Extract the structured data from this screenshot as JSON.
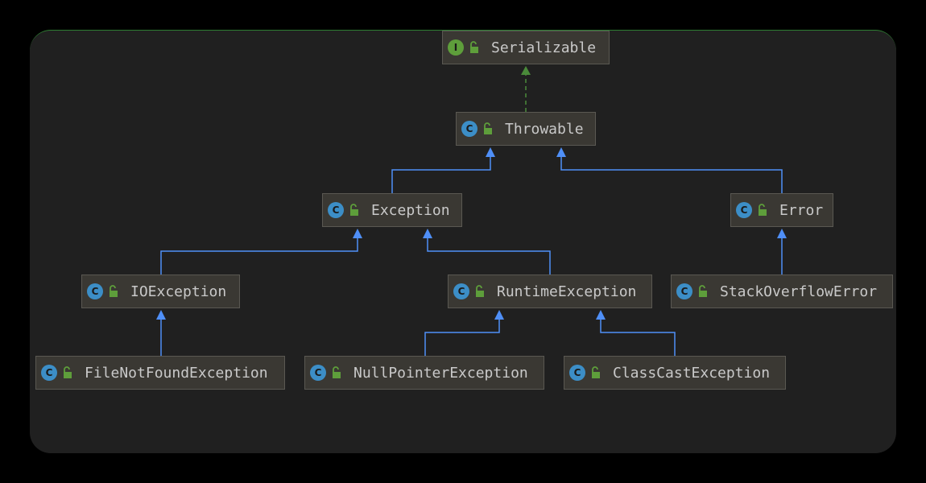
{
  "colors": {
    "background": "#000000",
    "canvas": "#202020",
    "node_fill": "#3a3833",
    "node_border": "#5a5852",
    "text": "#c9c9c9",
    "class_badge": "#3c8ec7",
    "interface_badge": "#5e9e3b",
    "extends_arrow": "#4f8ff7",
    "implements_arrow": "#4a8a3a"
  },
  "nodes": {
    "serializable": {
      "label": "Serializable",
      "kind": "interface",
      "badge": "I"
    },
    "throwable": {
      "label": "Throwable",
      "kind": "class",
      "badge": "C"
    },
    "exception": {
      "label": "Exception",
      "kind": "class",
      "badge": "C"
    },
    "error": {
      "label": "Error",
      "kind": "class",
      "badge": "C"
    },
    "ioexception": {
      "label": "IOException",
      "kind": "class",
      "badge": "C"
    },
    "runtimeexception": {
      "label": "RuntimeException",
      "kind": "class",
      "badge": "C"
    },
    "stackoverflowerror": {
      "label": "StackOverflowError",
      "kind": "class",
      "badge": "C"
    },
    "filenotfoundexception": {
      "label": "FileNotFoundException",
      "kind": "class",
      "badge": "C"
    },
    "nullpointerexception": {
      "label": "NullPointerException",
      "kind": "class",
      "badge": "C"
    },
    "classcastexception": {
      "label": "ClassCastException",
      "kind": "class",
      "badge": "C"
    }
  },
  "edges": [
    {
      "from": "Throwable",
      "to": "Serializable",
      "type": "implements"
    },
    {
      "from": "Exception",
      "to": "Throwable",
      "type": "extends"
    },
    {
      "from": "Error",
      "to": "Throwable",
      "type": "extends"
    },
    {
      "from": "IOException",
      "to": "Exception",
      "type": "extends"
    },
    {
      "from": "RuntimeException",
      "to": "Exception",
      "type": "extends"
    },
    {
      "from": "StackOverflowError",
      "to": "Error",
      "type": "extends"
    },
    {
      "from": "FileNotFoundException",
      "to": "IOException",
      "type": "extends"
    },
    {
      "from": "NullPointerException",
      "to": "RuntimeException",
      "type": "extends"
    },
    {
      "from": "ClassCastException",
      "to": "RuntimeException",
      "type": "extends"
    }
  ]
}
